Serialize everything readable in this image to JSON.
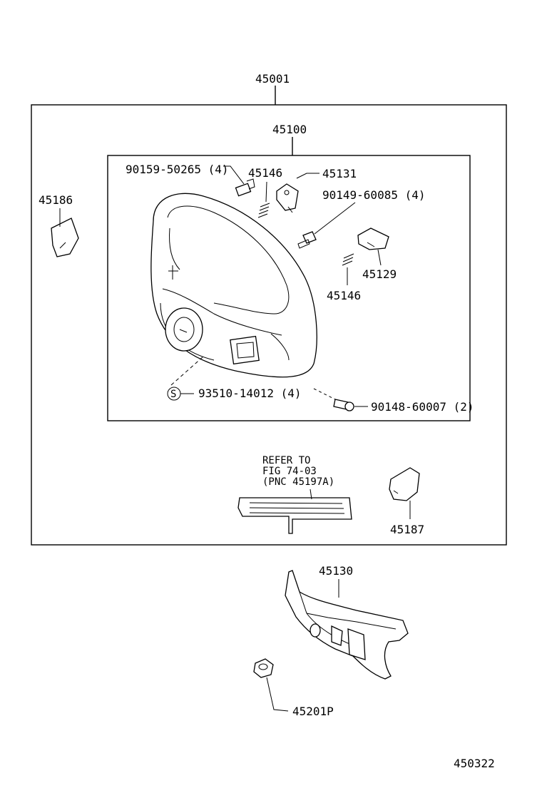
{
  "diagram": {
    "labels": {
      "assembly": "45001",
      "wheel": "45100",
      "screw_a": "90159-50265 (4)",
      "spring_top": "45146",
      "bracket_top": "45131",
      "screw_b": "90149-60085 (4)",
      "left_cover": "45186",
      "bracket_right": "45129",
      "spring_mid": "45146",
      "screw_s": "93510-14012 (4)",
      "s_symbol": "S",
      "bolt": "90148-60007 (2)",
      "refer_line1": "REFER TO",
      "refer_line2": "FIG 74-03",
      "refer_line3": "(PNC 45197A)",
      "right_cover": "45187",
      "pad": "45130",
      "nut": "45201P",
      "figure_id": "450322"
    }
  }
}
